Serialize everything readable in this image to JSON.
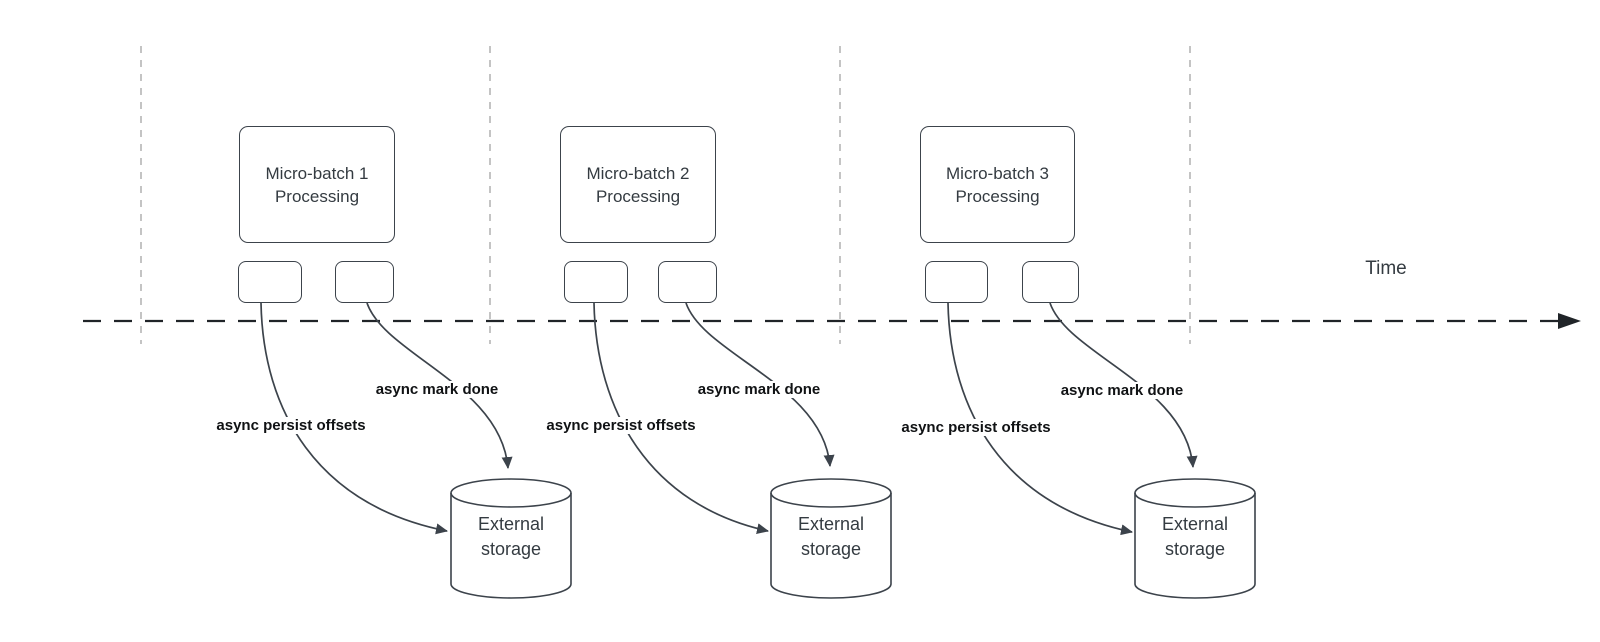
{
  "canvas": {
    "time_label": "Time"
  },
  "sections": [
    {
      "box_title_line1": "Micro-batch 1",
      "box_title_line2": "Processing",
      "persist_label": "async persist offsets",
      "mark_done_label": "async mark done",
      "storage_line1": "External",
      "storage_line2": "storage"
    },
    {
      "box_title_line1": "Micro-batch 2",
      "box_title_line2": "Processing",
      "persist_label": "async persist offsets",
      "mark_done_label": "async mark done",
      "storage_line1": "External",
      "storage_line2": "storage"
    },
    {
      "box_title_line1": "Micro-batch 3",
      "box_title_line2": "Processing",
      "persist_label": "async persist offsets",
      "mark_done_label": "async mark done",
      "storage_line1": "External",
      "storage_line2": "storage"
    }
  ],
  "colors": {
    "shape_stroke": "#3c434b",
    "timeline": "#202428",
    "guide": "#ababab",
    "text": "#343b41",
    "label_text": "#101214",
    "bg": "#ffffff"
  }
}
